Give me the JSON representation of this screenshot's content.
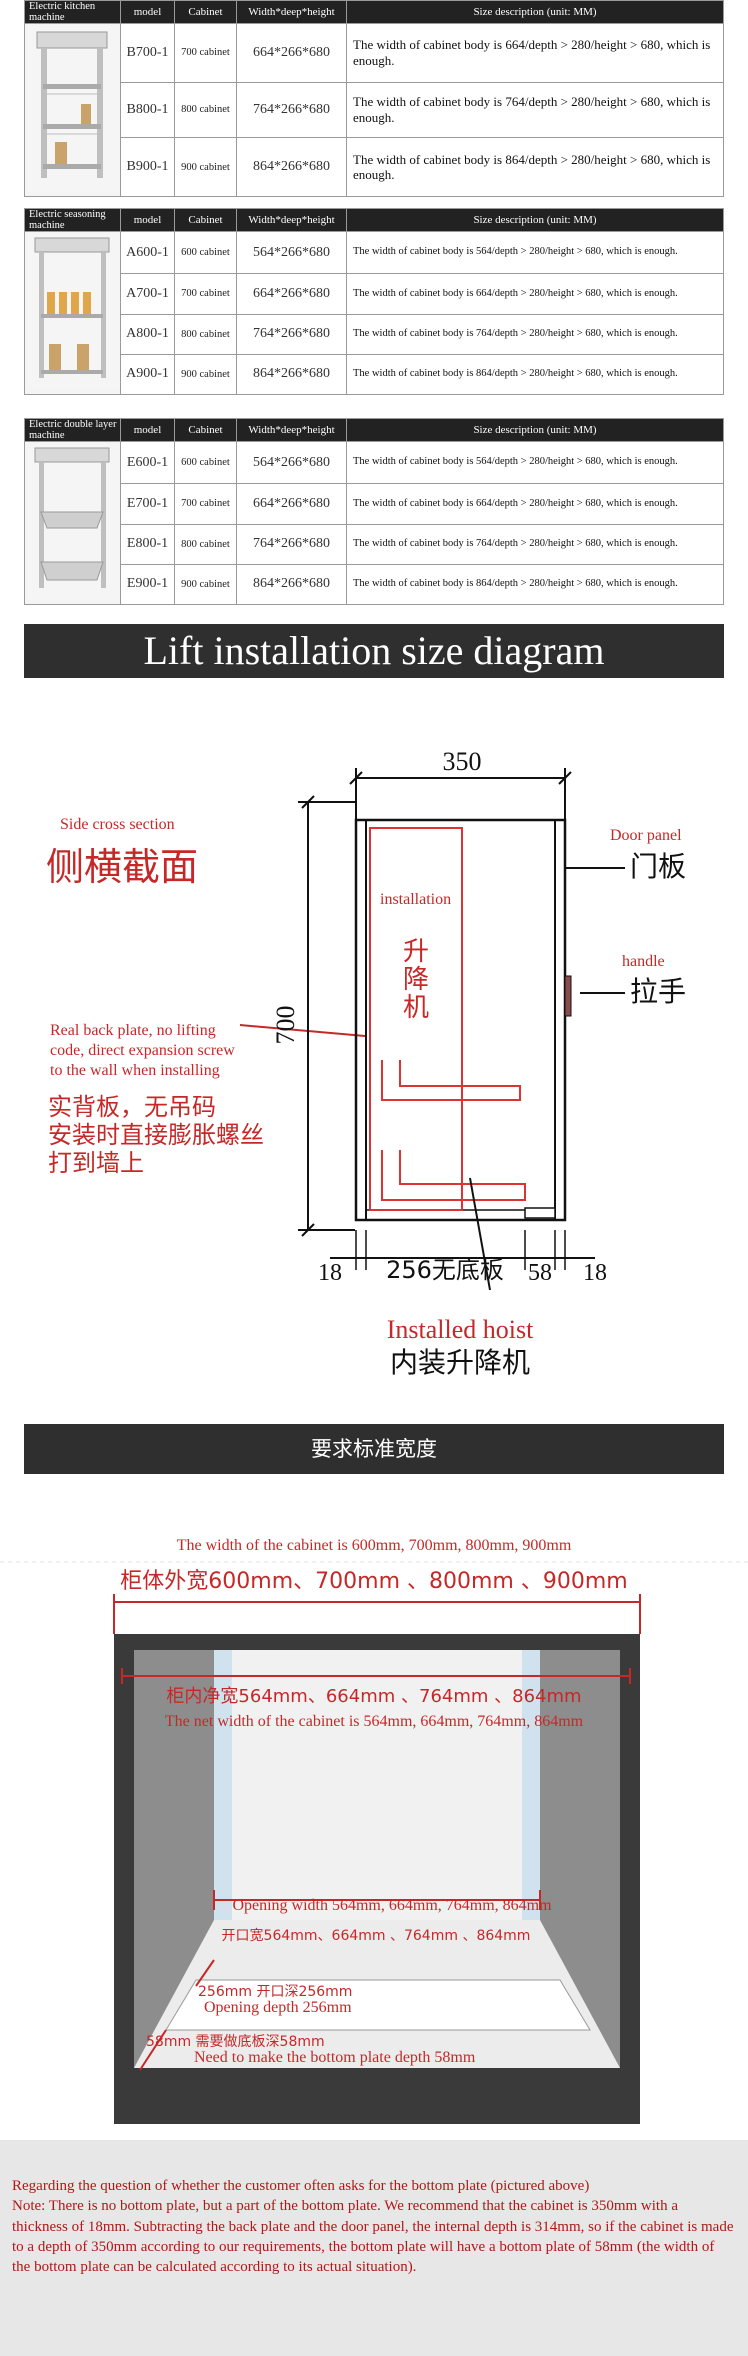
{
  "tables": [
    {
      "product": "Electric kitchen machine",
      "headers": [
        "model",
        "Cabinet",
        "Width*deep*height",
        "Size description (unit: MM)"
      ],
      "rows": [
        {
          "model": "B700-1",
          "cabinet": "700 cabinet",
          "dims": "664*266*680",
          "desc": "The width of cabinet body is 664/depth > 280/height > 680, which is enough."
        },
        {
          "model": "B800-1",
          "cabinet": "800 cabinet",
          "dims": "764*266*680",
          "desc": "The width of cabinet body is 764/depth > 280/height > 680, which is enough."
        },
        {
          "model": "B900-1",
          "cabinet": "900 cabinet",
          "dims": "864*266*680",
          "desc": "The width of cabinet body is 864/depth > 280/height > 680, which is enough."
        }
      ]
    },
    {
      "product": "Electric seasoning machine",
      "headers": [
        "model",
        "Cabinet",
        "Width*deep*height",
        "Size description (unit: MM)"
      ],
      "rows": [
        {
          "model": "A600-1",
          "cabinet": "600 cabinet",
          "dims": "564*266*680",
          "desc": "The width of cabinet body is 564/depth > 280/height > 680, which is enough."
        },
        {
          "model": "A700-1",
          "cabinet": "700 cabinet",
          "dims": "664*266*680",
          "desc": "The width of cabinet body is 664/depth > 280/height > 680, which is enough."
        },
        {
          "model": "A800-1",
          "cabinet": "800 cabinet",
          "dims": "764*266*680",
          "desc": "The width of cabinet body is 764/depth > 280/height > 680, which is enough."
        },
        {
          "model": "A900-1",
          "cabinet": "900 cabinet",
          "dims": "864*266*680",
          "desc": "The width of cabinet body is 864/depth > 280/height > 680, which is enough."
        }
      ]
    },
    {
      "product": "Electric double layer machine",
      "headers": [
        "model",
        "Cabinet",
        "Width*deep*height",
        "Size description (unit: MM)"
      ],
      "rows": [
        {
          "model": "E600-1",
          "cabinet": "600 cabinet",
          "dims": "564*266*680",
          "desc": "The width of cabinet body is 564/depth > 280/height > 680, which is enough."
        },
        {
          "model": "E700-1",
          "cabinet": "700 cabinet",
          "dims": "664*266*680",
          "desc": "The width of cabinet body is 664/depth > 280/height > 680, which is enough."
        },
        {
          "model": "E800-1",
          "cabinet": "800 cabinet",
          "dims": "764*266*680",
          "desc": "The width of cabinet body is 764/depth > 280/height > 680, which is enough."
        },
        {
          "model": "E900-1",
          "cabinet": "900 cabinet",
          "dims": "864*266*680",
          "desc": "The width of cabinet body is 864/depth > 280/height > 680, which is enough."
        }
      ]
    }
  ],
  "banner_lift": "Lift installation size diagram",
  "lift_diagram": {
    "side_cross_en": "Side cross section",
    "side_cross_cn": "侧横截面",
    "back_plate_en_1": "Real back plate, no lifting",
    "back_plate_en_2": "code, direct expansion screw",
    "back_plate_en_3": "to the wall when installing",
    "back_plate_cn_1": "实背板，无吊码",
    "back_plate_cn_2": "安装时直接膨胀螺丝",
    "back_plate_cn_3": "打到墙上",
    "door_panel_en": "Door panel",
    "door_panel_cn": "门板",
    "handle_en": "handle",
    "handle_cn": "拉手",
    "installation": "installation",
    "lift_cn_1": "升",
    "lift_cn_2": "降",
    "lift_cn_3": "机",
    "dim_top": "350",
    "dim_side": "700",
    "dim_b1": "18",
    "dim_b2": "256无底板",
    "dim_b3": "58",
    "dim_b4": "18",
    "hoist_en": "Installed hoist",
    "hoist_cn": "内装升降机"
  },
  "banner_width": "要求标准宽度",
  "width_diagram": {
    "outer_en": "The width of the cabinet is 600mm, 700mm, 800mm, 900mm",
    "outer_cn": "柜体外宽600mm、700mm 、800mm 、900mm",
    "inner_cn": "柜内净宽564mm、664mm 、764mm 、864mm",
    "inner_en": "The net width of the cabinet is 564mm, 664mm, 764mm, 864mm",
    "opening_en": "Opening width 564mm, 664mm, 764mm, 864mm",
    "opening_cn": "开口宽564mm、664mm 、764mm 、864mm",
    "depth_cn": "256mm 开口深256mm",
    "depth_en": "Opening depth 256mm",
    "bottom_cn": "58mm 需要做底板深58mm",
    "bottom_en": "Need to make the bottom plate depth 58mm"
  },
  "note": {
    "line1": "Regarding the question of whether the customer often asks for the bottom plate (pictured above)",
    "line2": "Note: There is no bottom plate, but a part of the bottom plate. We recommend that the cabinet is 350mm with a thickness of 18mm. Subtracting the back plate and the door panel, the internal depth is 314mm, so if the cabinet is made to a depth of 350mm according to our requirements, the bottom plate will have a bottom plate of 58mm (the width of the bottom plate can be calculated according to its actual situation)."
  }
}
